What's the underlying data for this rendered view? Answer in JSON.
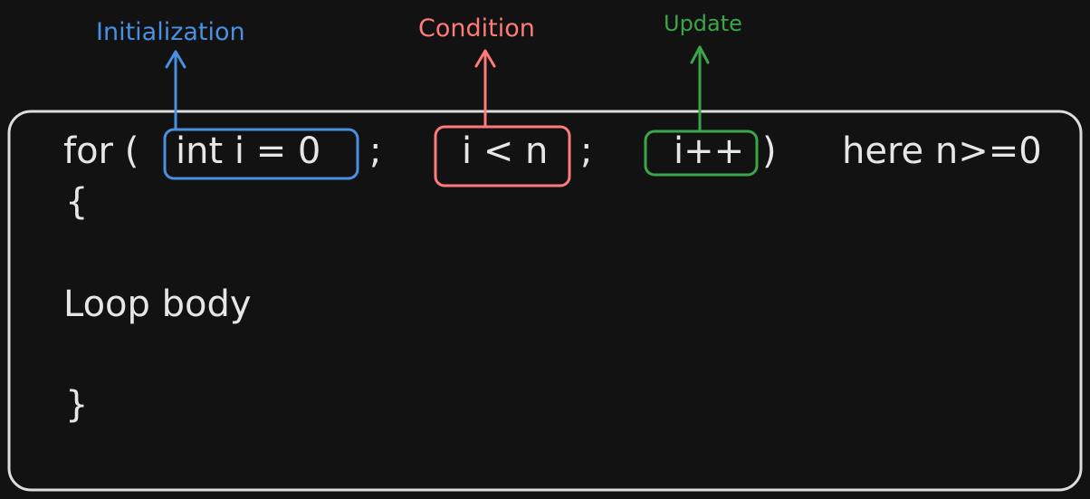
{
  "labels": {
    "initialization": "Initialization",
    "condition": "Condition",
    "update": "Update"
  },
  "code": {
    "for_keyword": "for (",
    "init": "int i = 0",
    "sep1": ";",
    "cond": "i < n",
    "sep2": ";",
    "update": "i++",
    "close_paren": ")",
    "note": "here n>=0",
    "open_brace": "{",
    "body": "Loop body",
    "close_brace": "}"
  },
  "colors": {
    "background": "#121212",
    "frame": "#dcdcdc",
    "text": "#e6e6e6",
    "initialization": "#4a90e2",
    "condition": "#ff7b7b",
    "update": "#3aa64a"
  }
}
